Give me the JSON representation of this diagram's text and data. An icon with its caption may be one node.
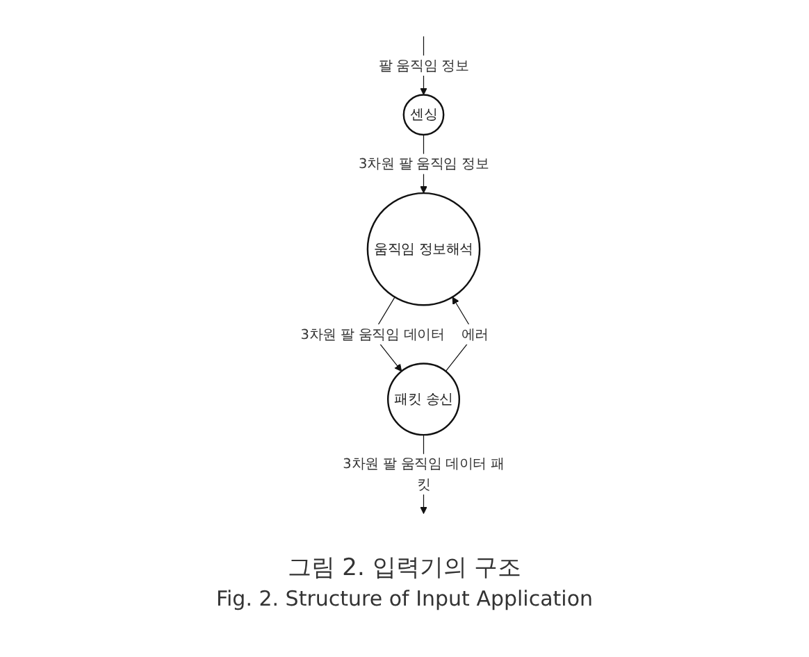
{
  "diagram": {
    "caption": "그림 2. 입력기의 구조",
    "nodes": [
      {
        "text": [
          "센싱"
        ]
      },
      {
        "text": [
          "움직임 정보해석"
        ]
      },
      {
        "text": [
          "패킷 송신"
        ]
      }
    ],
    "edges": [
      {
        "from": null,
        "to": 0,
        "arrow": "to",
        "label": "팔 움직임 정보"
      },
      {
        "from": 0,
        "to": 1,
        "arrow": "to",
        "label": "3차원 팔 움직임 정보"
      },
      {
        "from": 2,
        "to": 1,
        "arrow": "to",
        "label": "에러"
      },
      {
        "from": 1,
        "to": 2,
        "arrow": "to",
        "label": "3차원 팔 움직임 데이터"
      },
      {
        "from": 2,
        "to": null,
        "arrow": "to",
        "label": "3차원 팔 움직임 데이터 패킷"
      }
    ],
    "labels": [
      "Fig. 2. Structure of Input Application"
    ]
  }
}
